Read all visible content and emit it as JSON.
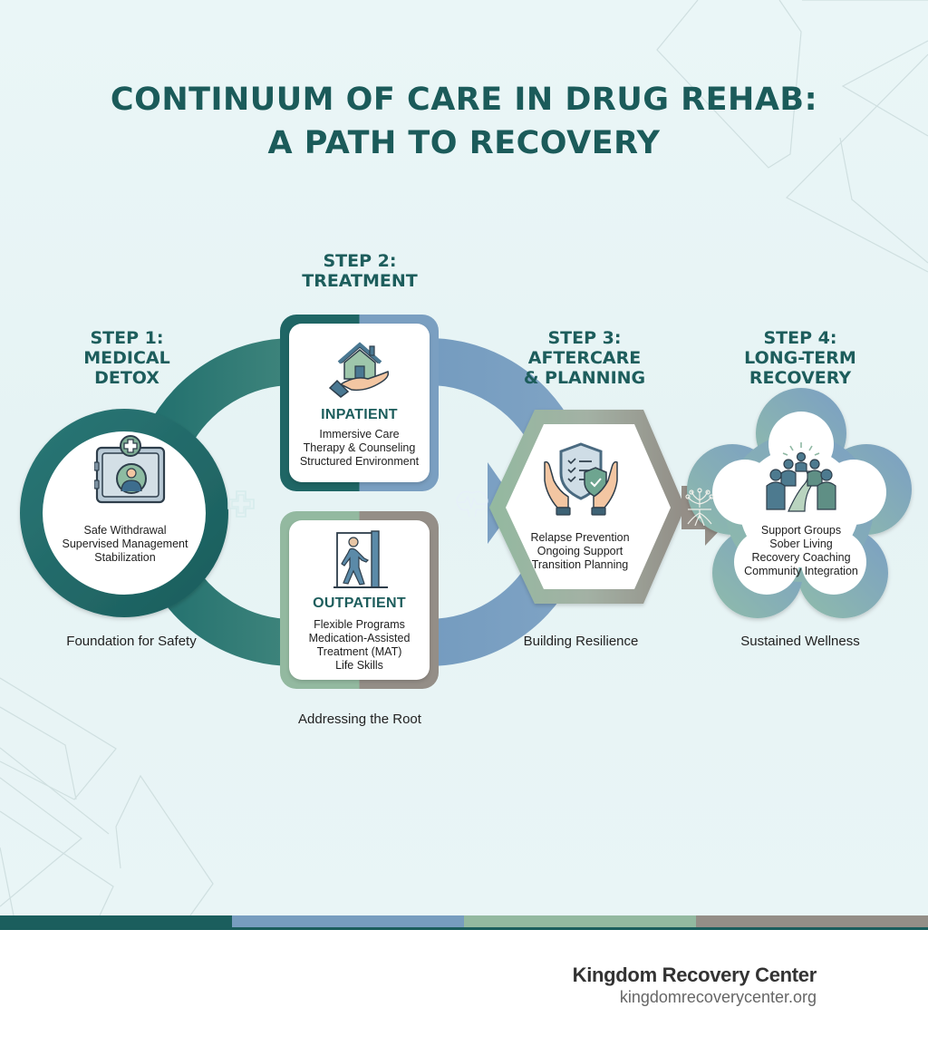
{
  "title": {
    "line1": "CONTINUUM OF CARE IN DRUG REHAB:",
    "line2": "A PATH TO RECOVERY"
  },
  "colors": {
    "teal_dark": "#1b5e5d",
    "blue": "#779dbf",
    "sage": "#93b9a0",
    "taupe": "#948e87",
    "title": "#1b5b5a",
    "background": "#e8f5f6"
  },
  "steps": [
    {
      "heading": [
        "STEP 1:",
        "MEDICAL",
        "DETOX"
      ],
      "icon": "medical-safe-person-icon",
      "items": [
        "Safe Withdrawal",
        "Supervised Management",
        "Stabilization"
      ],
      "caption": "Foundation for Safety"
    },
    {
      "heading": [
        "STEP 2:",
        "TREATMENT"
      ],
      "sub": [
        {
          "title": "INPATIENT",
          "icon": "house-in-hand-icon",
          "items": [
            "Immersive Care",
            "Therapy & Counseling",
            "Structured Environment"
          ]
        },
        {
          "title": "OUTPATIENT",
          "icon": "person-walking-door-icon",
          "items": [
            "Flexible Programs",
            "Medication-Assisted",
            "Treatment (MAT)",
            "Life Skills"
          ]
        }
      ],
      "caption": "Addressing the Root"
    },
    {
      "heading": [
        "STEP 3:",
        "AFTERCARE",
        "& PLANNING"
      ],
      "icon": "shield-checklist-hands-icon",
      "items": [
        "Relapse Prevention",
        "Ongoing Support",
        "Transition Planning"
      ],
      "caption": "Building Resilience"
    },
    {
      "heading": [
        "STEP 4:",
        "LONG-TERM",
        "RECOVERY"
      ],
      "icon": "group-path-icon",
      "items": [
        "Support Groups",
        "Sober Living",
        "Recovery Coaching",
        "Community Integration"
      ],
      "caption": "Sustained Wellness"
    }
  ],
  "connectors": [
    {
      "icon": "medical-cross-icon"
    },
    {
      "icon": "brain-pulse-icon"
    },
    {
      "icon": "tree-roots-icon"
    }
  ],
  "footer": {
    "org": "Kingdom Recovery Center",
    "url": "kingdomrecoverycenter.org"
  }
}
